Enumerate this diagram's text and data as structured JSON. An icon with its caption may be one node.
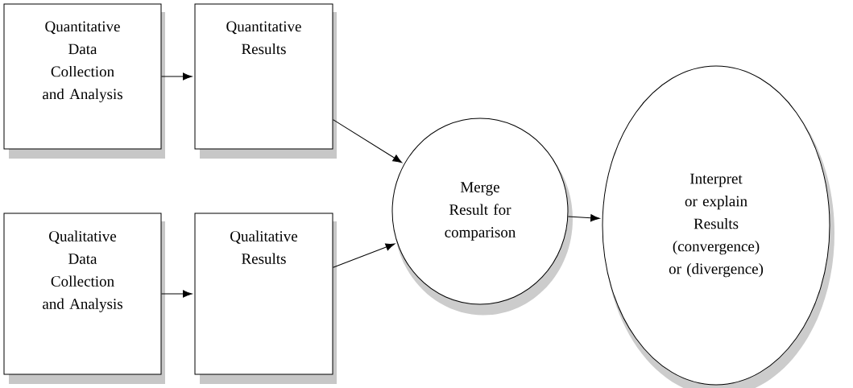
{
  "diagram": {
    "nodes": [
      {
        "text": [
          "Quantitative Data Collection and Analysis"
        ]
      },
      {
        "text": [
          "Quantitative Results"
        ]
      },
      {
        "text": [
          "Qualitative Data Collection and Analysis"
        ]
      },
      {
        "text": [
          "Qualitative Results"
        ]
      },
      {
        "text": [
          "Merge Result for comparison"
        ]
      },
      {
        "text": [
          "Interpret or explain Results (convergence) or (divergence)"
        ]
      }
    ],
    "edges": [
      {
        "from": 0,
        "to": 1,
        "arrow": "to"
      },
      {
        "from": 2,
        "to": 3,
        "arrow": "to"
      },
      {
        "from": 1,
        "to": 4,
        "arrow": "to"
      },
      {
        "from": 3,
        "to": 4,
        "arrow": "to"
      },
      {
        "from": 4,
        "to": 5,
        "arrow": "to"
      }
    ]
  }
}
